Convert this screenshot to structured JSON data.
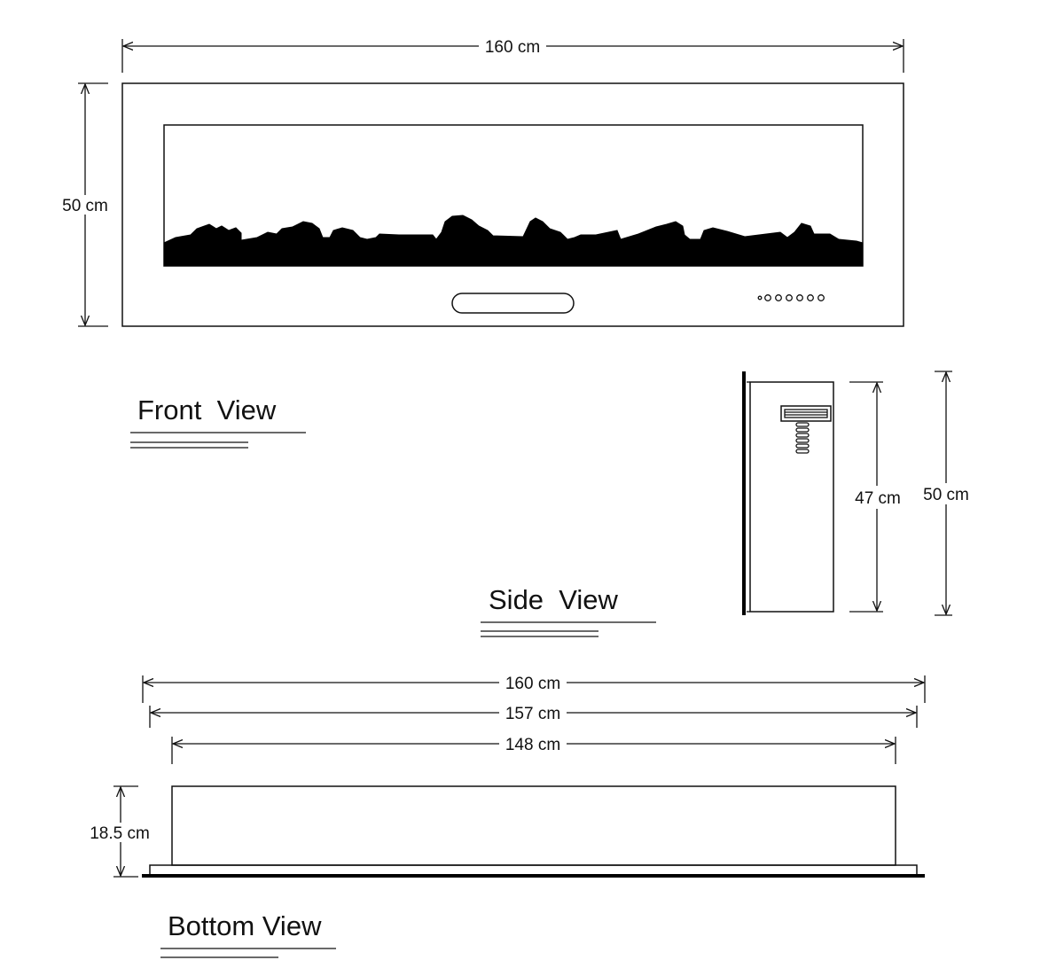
{
  "front_view": {
    "title": "Front  View",
    "width_label": "160 cm",
    "height_label": "50 cm"
  },
  "side_view": {
    "title": "Side  View",
    "inner_height_label": "47 cm",
    "outer_height_label": "50 cm"
  },
  "bottom_view": {
    "title": "Bottom View",
    "width_outer_label": "160 cm",
    "width_mid_label": "157 cm",
    "width_inner_label": "148 cm",
    "depth_label": "18.5 cm"
  }
}
